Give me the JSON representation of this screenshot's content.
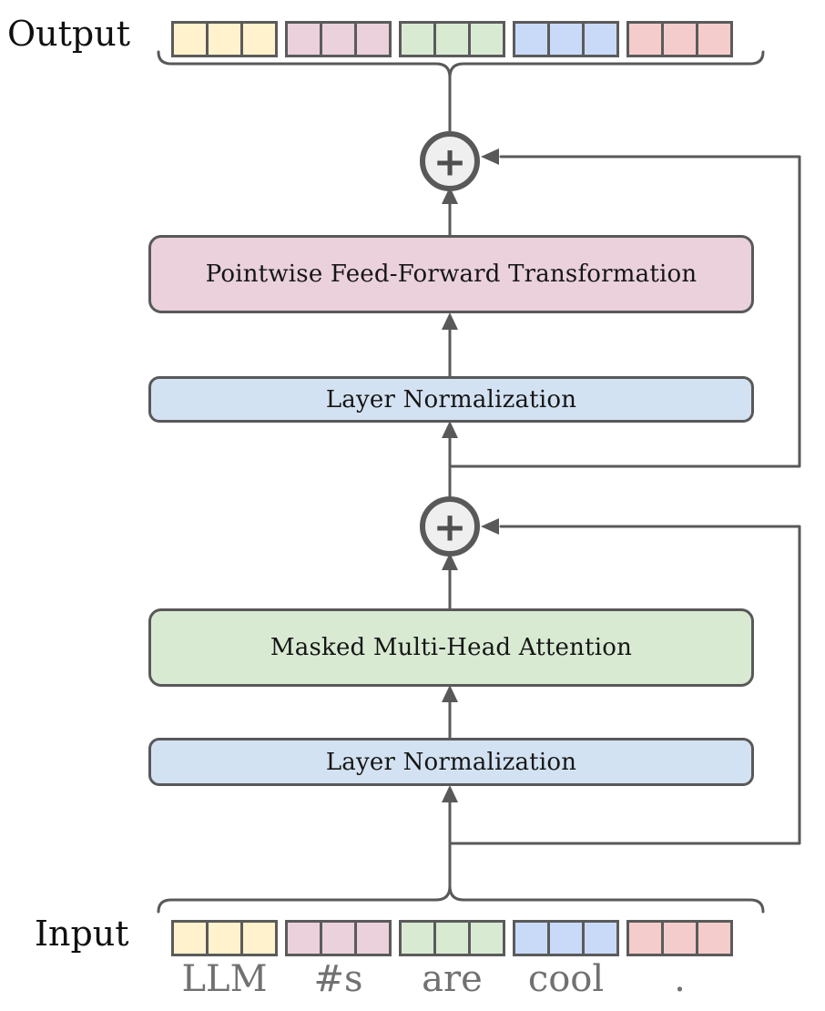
{
  "labels": {
    "output": "Output",
    "input": "Input"
  },
  "blocks": [
    {
      "id": "feed-forward",
      "label": "Pointwise Feed-Forward Transformation",
      "color": "#ead1dc"
    },
    {
      "id": "layer-norm-top",
      "label": "Layer Normalization",
      "color": "#d3e2f2"
    },
    {
      "id": "masked-attention",
      "label": "Masked Multi-Head Attention",
      "color": "#d9ead3"
    },
    {
      "id": "layer-norm-bottom",
      "label": "Layer Normalization",
      "color": "#d3e2f2"
    }
  ],
  "operators": {
    "add_symbol": "+"
  },
  "embedding_cells_per_token": 3,
  "tokens": [
    {
      "word": "LLM",
      "color": "#fff2cc"
    },
    {
      "word": "#s",
      "color": "#ead1dc"
    },
    {
      "word": "are",
      "color": "#d9ead3"
    },
    {
      "word": "cool",
      "color": "#c9daf8"
    },
    {
      "word": ".",
      "color": "#f4cccc"
    }
  ],
  "colors": {
    "connector_line": "#595959",
    "add_circle_fill": "#efefef",
    "add_circle_stroke": "#595959",
    "block_border": "#595959",
    "token_border": "#5b5b5b",
    "token_word_text": "#717171",
    "label_text": "#101010"
  }
}
